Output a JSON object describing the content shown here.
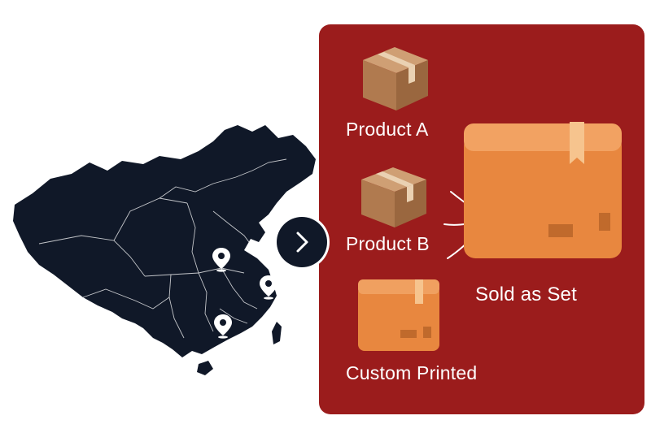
{
  "colors": {
    "panel_bg": "#9b1c1c",
    "map_fill": "#101828",
    "arrow_button_bg": "#101828",
    "kraft_box": "#b07a4f",
    "orange_box": "#e8873f",
    "label_text": "#ffffff"
  },
  "arrow_button": {
    "icon": "chevron-right-icon"
  },
  "map": {
    "region": "China",
    "markers": [
      {
        "icon": "location-pin-icon"
      },
      {
        "icon": "location-pin-icon"
      },
      {
        "icon": "location-pin-icon"
      }
    ]
  },
  "products": [
    {
      "label": "Product A",
      "icon": "kraft-box-icon"
    },
    {
      "label": "Product B",
      "icon": "kraft-box-icon"
    },
    {
      "label": "Custom Printed",
      "icon": "orange-box-icon"
    }
  ],
  "set": {
    "label": "Sold as Set",
    "icon": "large-orange-box-icon"
  }
}
